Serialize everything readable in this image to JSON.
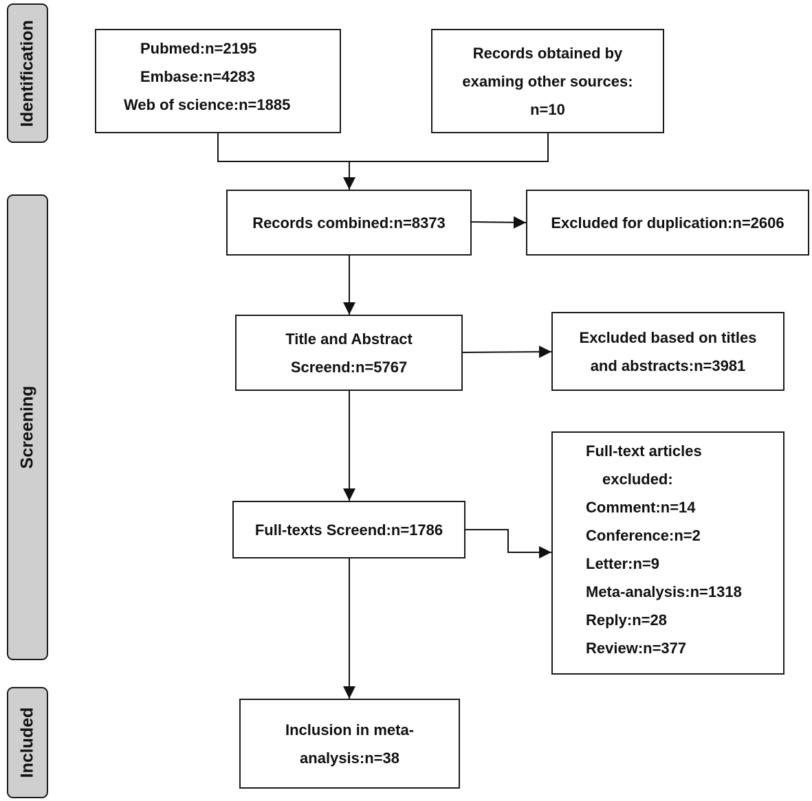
{
  "stages": {
    "identification": "Identification",
    "screening": "Screening",
    "included": "Included"
  },
  "databases": {
    "pubmed": "Pubmed:n=2195",
    "embase": "Embase:n=4283",
    "wos": "Web of science:n=1885"
  },
  "other_sources": {
    "line1": "Records obtained by",
    "line2": "examing other sources:",
    "line3": "n=10"
  },
  "combined": "Records combined:n=8373",
  "duplication": "Excluded for duplication:n=2606",
  "title_abstract": {
    "line1": "Title and Abstract",
    "line2": "Screend:n=5767"
  },
  "excluded_titles": {
    "line1": "Excluded based on titles",
    "line2": "and abstracts:n=3981"
  },
  "full_text": "Full-texts Screend:n=1786",
  "fulltext_excluded": {
    "heading1": "Full-text articles",
    "heading2": "excluded:",
    "items": [
      "Comment:n=14",
      "Conference:n=2",
      "Letter:n=9",
      "Meta-analysis:n=1318",
      "Reply:n=28",
      "Review:n=377"
    ]
  },
  "inclusion": {
    "line1": "Inclusion in meta-",
    "line2": "analysis:n=38"
  }
}
